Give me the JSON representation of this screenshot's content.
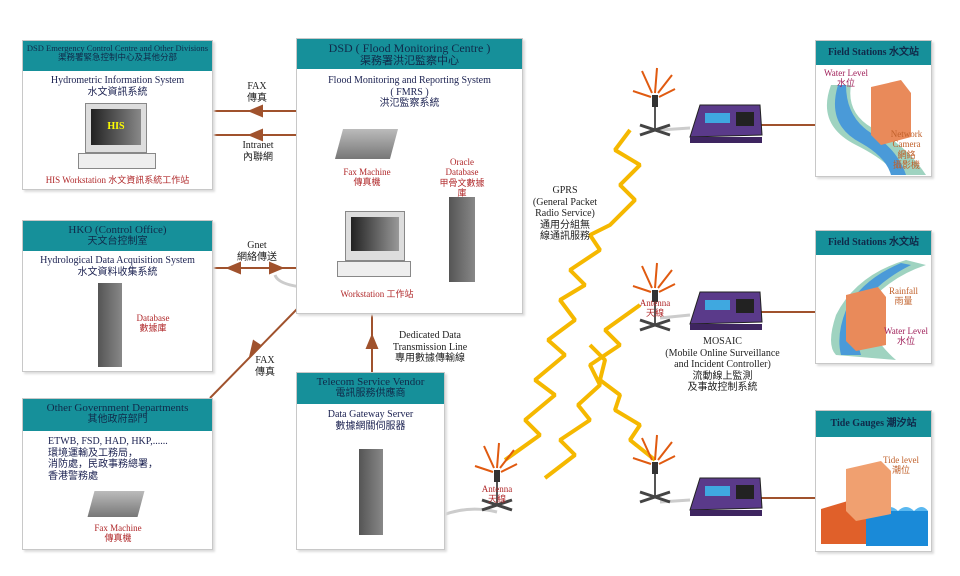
{
  "dsd_emergency": {
    "header_en": "DSD Emergency Control Centre and Other Divisions",
    "header_zh": "渠務署緊急控制中心及其他分部",
    "system_en": "Hydrometric Information System",
    "system_zh": "水文資訊系統",
    "screen": "HIS",
    "caption": "HIS Workstation 水文資訊系統工作站"
  },
  "fmrs": {
    "header_en": "DSD ( Flood Monitoring Centre )",
    "header_zh": "渠務署洪氾監察中心",
    "system_en": "Flood Monitoring and Reporting System",
    "system_abbr": "( FMRS )",
    "system_zh": "洪氾監察系統",
    "fax_en": "Fax Machine",
    "fax_zh": "傳真機",
    "db_en": "Oracle Database",
    "db_zh": "甲骨文數據庫",
    "ws": "Workstation 工作站"
  },
  "hko": {
    "header_en": "HKO (Control Office)",
    "header_zh": "天文台控制室",
    "system_en": "Hydrological Data Acquisition System",
    "system_zh": "水文資料收集系統",
    "db_en": "Database",
    "db_zh": "數據庫"
  },
  "other_gov": {
    "header_en": "Other Government Departments",
    "header_zh": "其他政府部門",
    "depts_en": "ETWB, FSD, HAD, HKP,......",
    "depts_zh_1": "環境運輸及工務局，",
    "depts_zh_2": "消防處，民政事務總署，",
    "depts_zh_3": "香港警務處",
    "fax_en": "Fax Machine",
    "fax_zh": "傳真機"
  },
  "telecom": {
    "header_en": "Telecom Service Vendor",
    "header_zh": "電訊服務供應商",
    "system_en": "Data Gateway Server",
    "system_zh": "數據網關伺服器"
  },
  "links": {
    "fax_en": "FAX",
    "fax_zh": "傳真",
    "intranet_en": "Intranet",
    "intranet_zh": "內聯網",
    "gnet_en": "Gnet",
    "gnet_zh": "網絡傳送",
    "fax2_en": "FAX",
    "fax2_zh": "傳真",
    "dedicated_1": "Dedicated Data",
    "dedicated_2": "Transmission Line",
    "dedicated_zh": "專用數據傳輸線"
  },
  "gprs": {
    "l1": "GPRS",
    "l2": "(General Packet",
    "l3": "Radio Service)",
    "zh1": "通用分組無",
    "zh2": "線通訊服務"
  },
  "antenna": {
    "en": "Antenna",
    "zh": "天線"
  },
  "mosaic": {
    "l1": "MOSAIC",
    "l2": "(Mobile Online Surveillance",
    "l3": "and Incident Controller)",
    "zh1": "流動線上監測",
    "zh2": "及事故控制系統"
  },
  "field1": {
    "header": "Field Stations 水文站",
    "wl_en": "Water Level",
    "wl_zh": "水位",
    "cam_en": "Network Camera",
    "cam_zh1": "網絡",
    "cam_zh2": "攝影機"
  },
  "field2": {
    "header": "Field Stations 水文站",
    "rain_en": "Rainfall",
    "rain_zh": "雨量",
    "wl_en": "Water Level",
    "wl_zh": "水位"
  },
  "tide": {
    "header": "Tide Gauges 潮汐站",
    "tl_en": "Tide level",
    "tl_zh": "潮位"
  },
  "colors": {
    "teal": "#16909a",
    "link": "#a0522d",
    "lightning": "#f5b800",
    "terminal": "#5a3a8a"
  }
}
